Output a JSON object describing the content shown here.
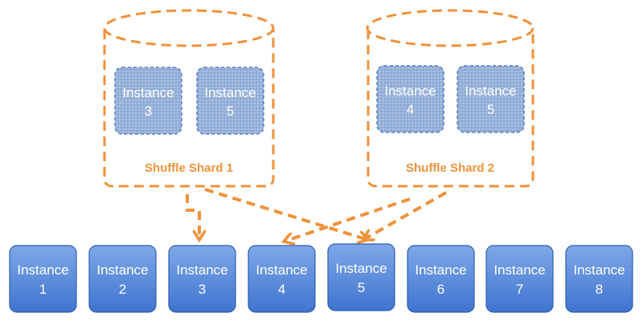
{
  "colors": {
    "accent": "#F0923A",
    "instance_box_top": "#7EA8E8",
    "instance_box_bottom": "#3F74CF",
    "instance_box_border": "#2D5FB0",
    "shard_member_fill": "#97B2DA",
    "shard_member_border": "#5A7FBE",
    "text_light": "#FFFFFF"
  },
  "shards": [
    {
      "label": "Shuffle Shard 1",
      "members": [
        {
          "line1": "Instance",
          "line2": "3"
        },
        {
          "line1": "Instance",
          "line2": "5"
        }
      ]
    },
    {
      "label": "Shuffle Shard 2",
      "members": [
        {
          "line1": "Instance",
          "line2": "4"
        },
        {
          "line1": "Instance",
          "line2": "5"
        }
      ]
    }
  ],
  "instances": [
    {
      "line1": "Instance",
      "line2": "1"
    },
    {
      "line1": "Instance",
      "line2": "2"
    },
    {
      "line1": "Instance",
      "line2": "3"
    },
    {
      "line1": "Instance",
      "line2": "4"
    },
    {
      "line1": "Instance",
      "line2": "5"
    },
    {
      "line1": "Instance",
      "line2": "6"
    },
    {
      "line1": "Instance",
      "line2": "7"
    },
    {
      "line1": "Instance",
      "line2": "8"
    }
  ]
}
